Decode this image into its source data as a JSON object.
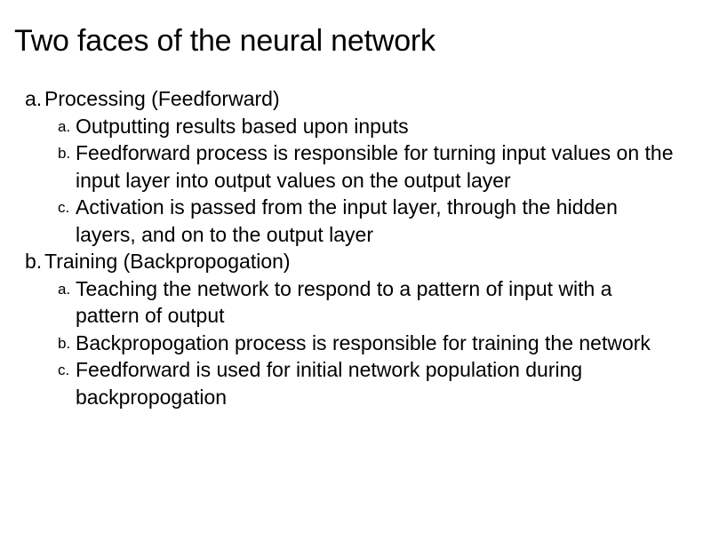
{
  "slide": {
    "title": "Two faces of the neural network",
    "background_color": "#ffffff",
    "text_color": "#000000",
    "outline": [
      {
        "marker": "a.",
        "text": "Processing (Feedforward)",
        "children": [
          {
            "marker": "a.",
            "text": "Outputting results based upon inputs"
          },
          {
            "marker": "b.",
            "text": "Feedforward process is responsible for turning input values on the input layer into output values on the output layer"
          },
          {
            "marker": "c.",
            "text": "Activation is passed from the input layer, through the hidden layers, and on to the output layer"
          }
        ]
      },
      {
        "marker": "b.",
        "text": "Training (Backpropogation)",
        "children": [
          {
            "marker": "a.",
            "text": "Teaching the network to respond to a pattern of input with a pattern of output"
          },
          {
            "marker": "b.",
            "text": "Backpropogation process is responsible for training the network"
          },
          {
            "marker": "c.",
            "text": "Feedforward is used for initial network population during backpropogation"
          }
        ]
      }
    ]
  }
}
